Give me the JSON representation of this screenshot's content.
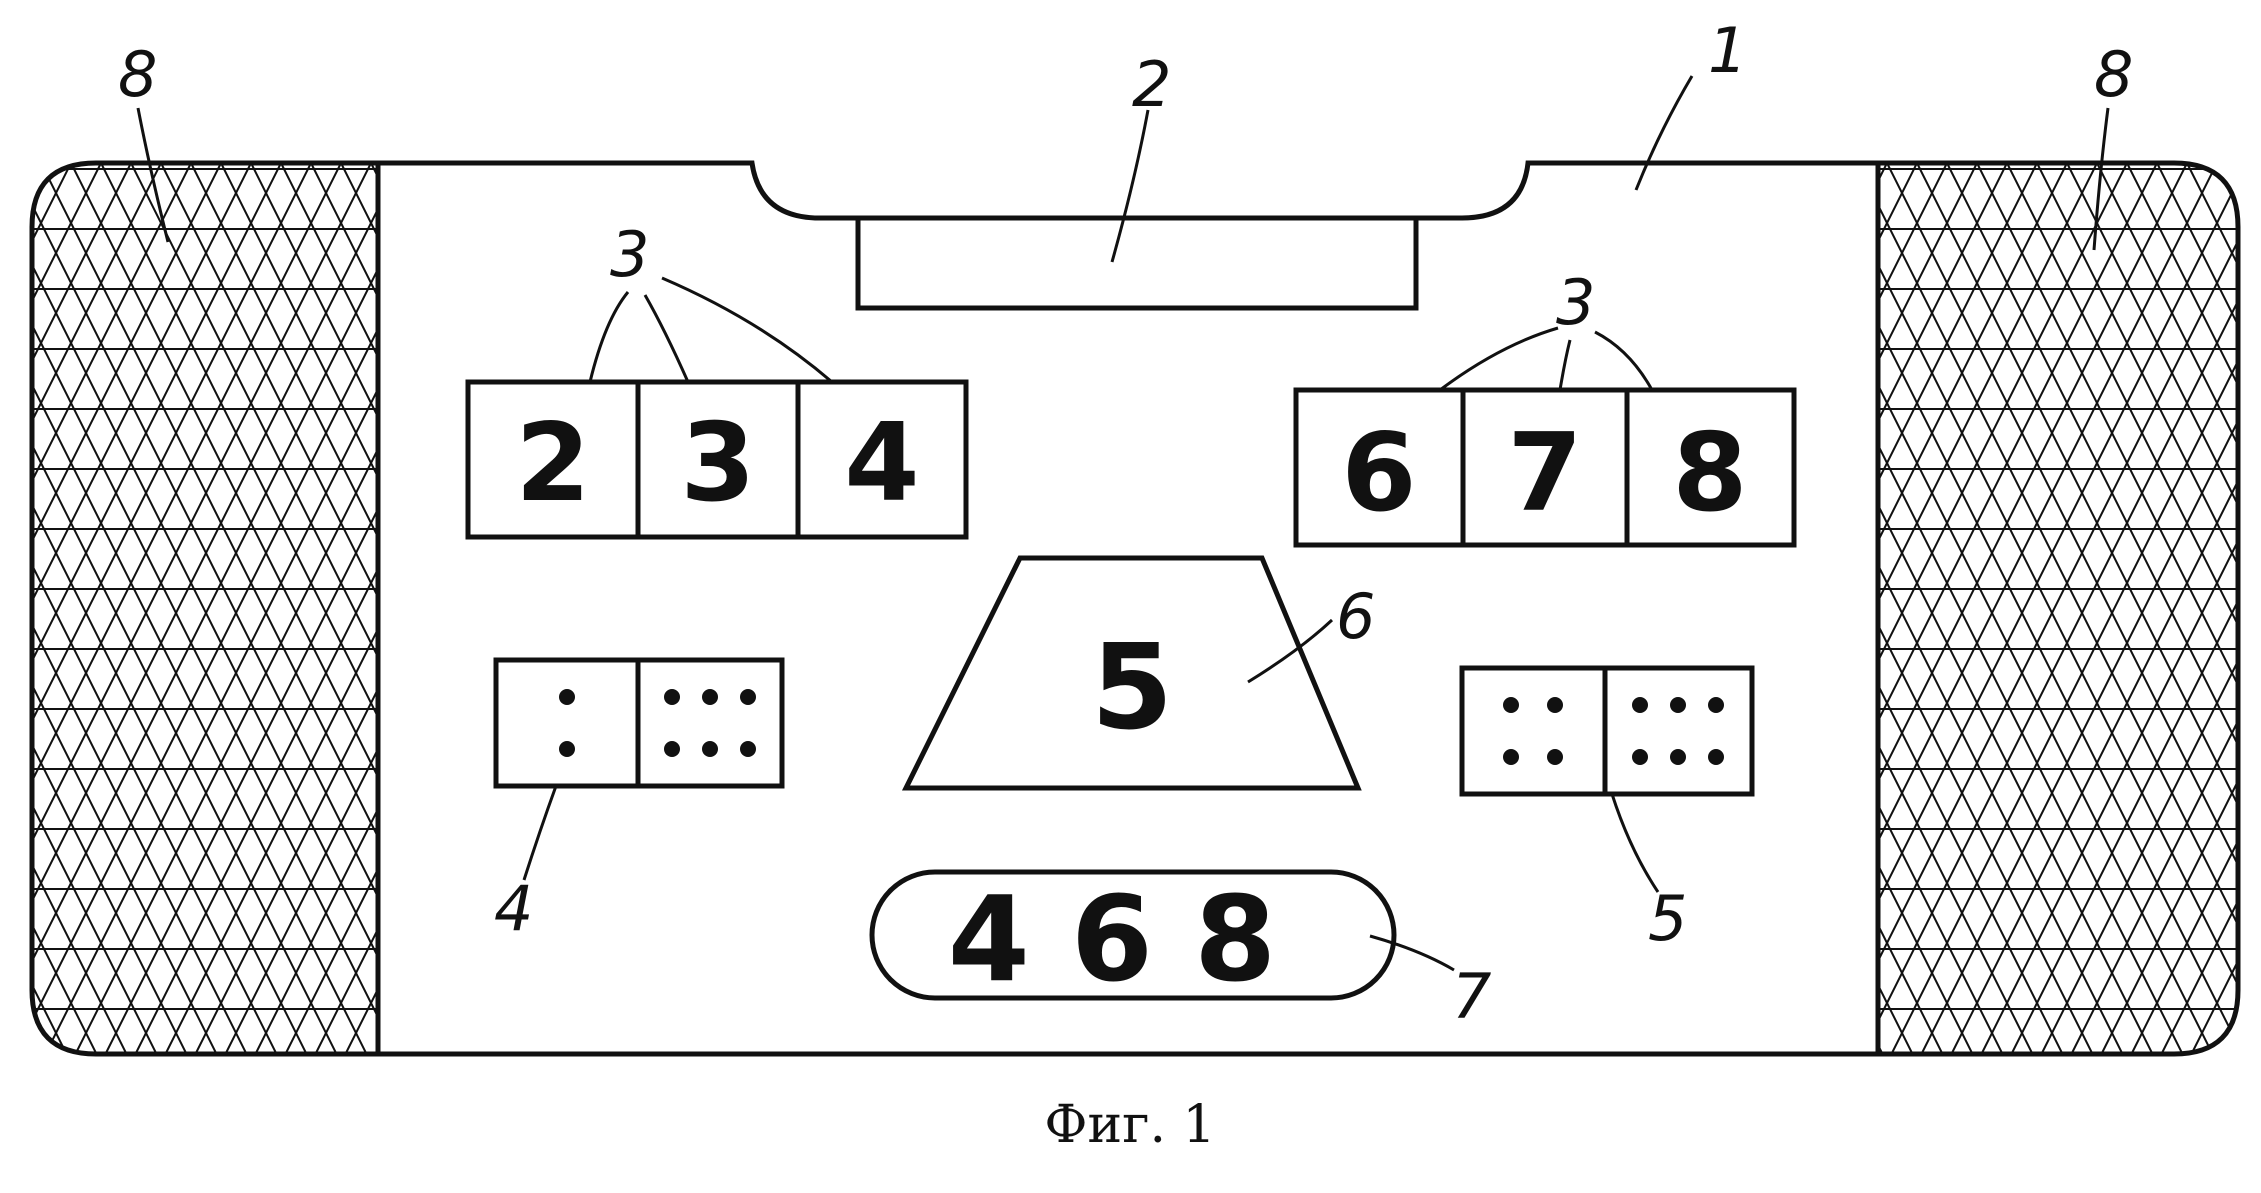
{
  "reference_labels": {
    "body": "1",
    "slot": "2",
    "cells_left_group": "3",
    "cells_right_group": "3",
    "dice_left": "4",
    "dice_right": "5",
    "trapezoid": "6",
    "result": "7",
    "grip_left": "8",
    "grip_right": "8"
  },
  "left_cells": [
    "2",
    "3",
    "4"
  ],
  "right_cells": [
    "6",
    "7",
    "8"
  ],
  "trapezoid_value": "5",
  "result_value": "4 6 8",
  "dice_left_pips": [
    2,
    6
  ],
  "dice_right_pips": [
    4,
    6
  ],
  "caption": "Фиг. 1"
}
